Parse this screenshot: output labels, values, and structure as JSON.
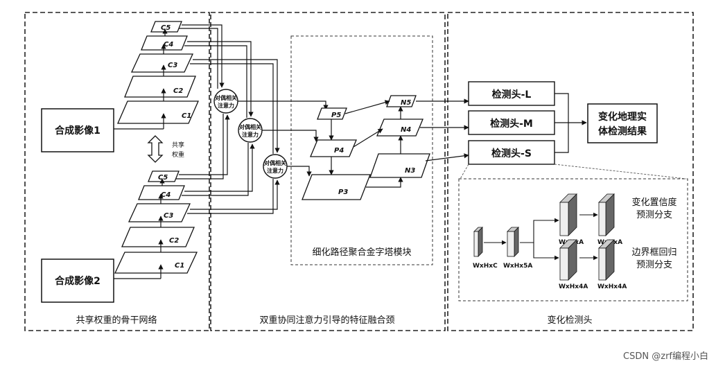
{
  "sections": {
    "backbone": "共享权重的骨干网络",
    "fusion": "双重协同注意力引导的特征融合颈",
    "detect": "变化检测头",
    "pyramid": "细化路径聚合金字塔模块"
  },
  "inputs": {
    "image1": "合成影像1",
    "image2": "合成影像2"
  },
  "shared": {
    "line1": "共享",
    "line2": "权重"
  },
  "features": {
    "c1": "C1",
    "c2": "C2",
    "c3": "C3",
    "c4": "C4",
    "c5": "C5"
  },
  "attention": {
    "line1": "对偶相关",
    "line2": "注意力"
  },
  "pyramid_nodes": {
    "p3": "P3",
    "p4": "P4",
    "p5": "P5",
    "n3": "N3",
    "n4": "N4",
    "n5": "N5"
  },
  "heads": {
    "l": "检测头-L",
    "m": "检测头-M",
    "s": "检测头-S"
  },
  "result": {
    "line1": "变化地理实",
    "line2": "体检测结果"
  },
  "detail": {
    "t1": "WxHxC",
    "t2": "WxHx5A",
    "t3": "WxHxA",
    "t4": "WxHxA",
    "t5": "WxHx4A",
    "t6": "WxHx4A",
    "branch1_line1": "变化置信度",
    "branch1_line2": "预测分支",
    "branch2_line1": "边界框回归",
    "branch2_line2": "预测分支"
  },
  "watermark": "CSDN @zrf编程小白"
}
